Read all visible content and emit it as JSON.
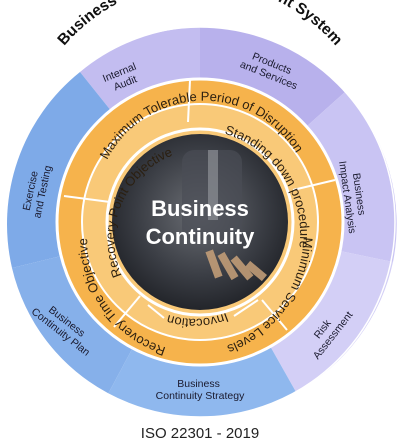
{
  "title": "Business Continuity Management System",
  "center": {
    "line1": "Business",
    "line2": "Continuity"
  },
  "outer_segments": [
    {
      "line1": "Internal",
      "line2": "Audit"
    },
    {
      "line1": "Products",
      "line2": "and Services"
    },
    {
      "line1": "Business",
      "line2": "Impact Analysis"
    },
    {
      "line1": "Risk",
      "line2": "Assessment"
    },
    {
      "line1": "Business",
      "line2": "Continuity Strategy"
    },
    {
      "line1": "Business",
      "line2": "Continuity Plan"
    },
    {
      "line1": "Exercise",
      "line2": "and Testing"
    }
  ],
  "ring_segments": {
    "top": "Maximum Tolerable Period of Disruption",
    "top_right": "Standing down procedure",
    "right": "Minimum Service Levels",
    "bottom": "Invocation",
    "bottom_left": "Recovery Time Objective",
    "left": "Recovery Point Objective"
  },
  "footer": "ISO 22301 - 2019",
  "colors": {
    "outer_purple": "#b9b3ec",
    "outer_blue": "#8fb6ea",
    "ring_orange": "#f7b955",
    "ring_light": "#fbd59a",
    "center_dark": "#2c2f36"
  }
}
